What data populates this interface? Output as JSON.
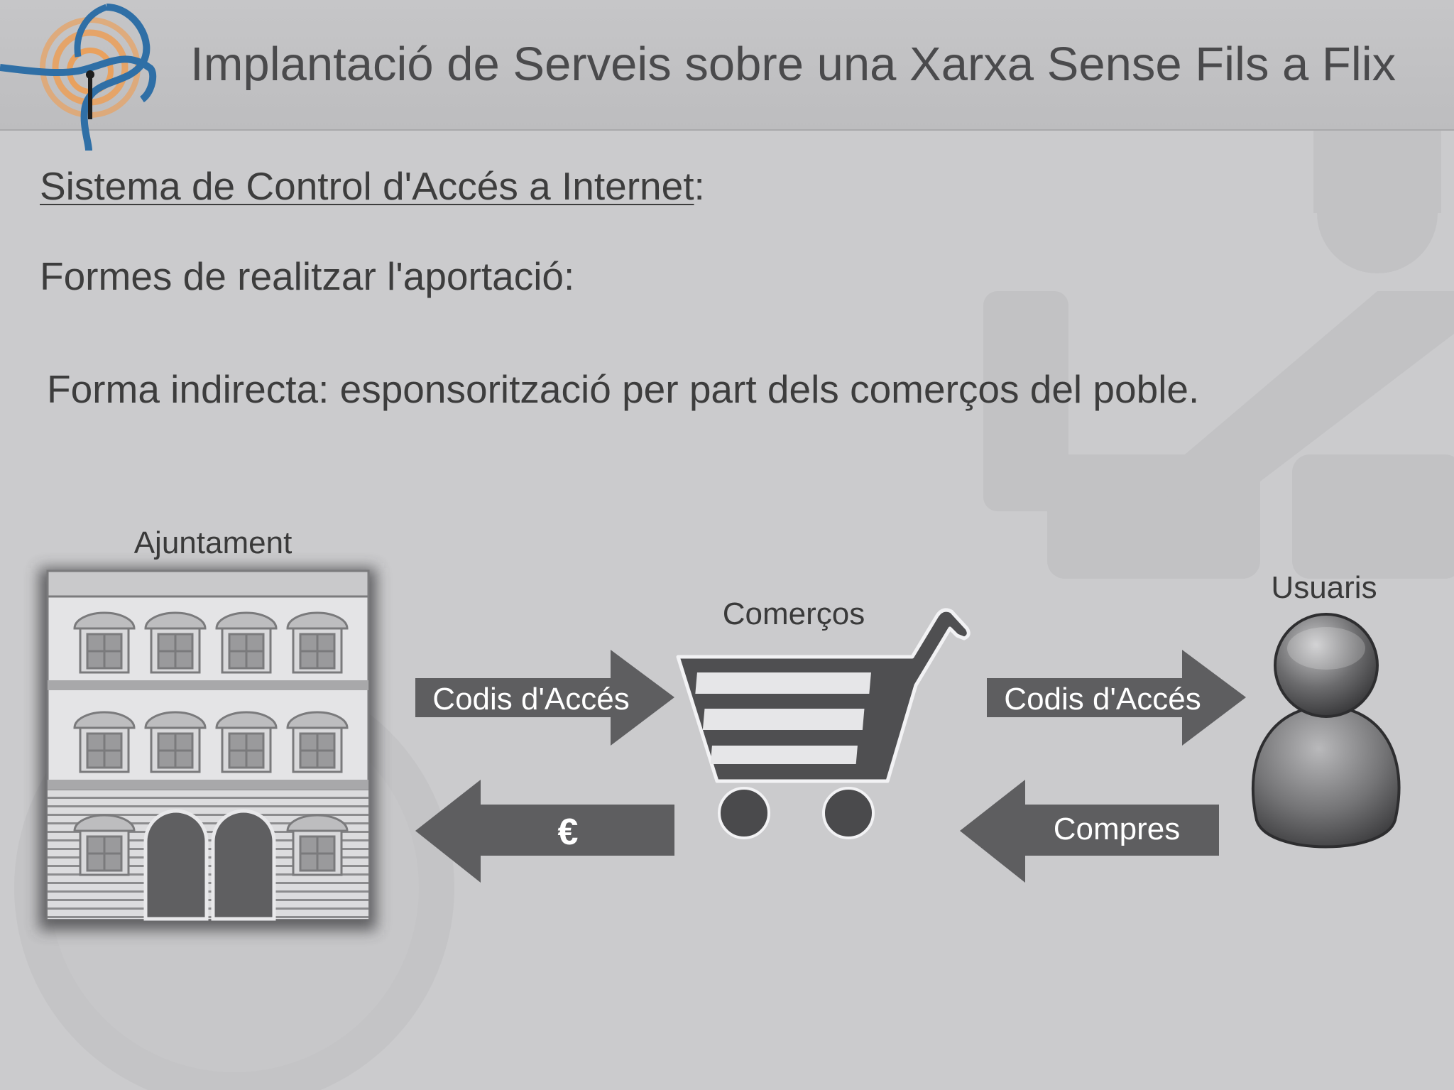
{
  "header": {
    "title": "Implantació de Serveis sobre una Xarxa Sense Fils a Flix"
  },
  "content": {
    "subtitle_underlined": "Sistema de Control d'Accés a Internet",
    "subtitle_suffix": ":",
    "line1": "Formes de realitzar l'aportació:",
    "line2": "Forma indirecta: esponsorització per part dels comerços del poble."
  },
  "diagram": {
    "nodes": {
      "town_hall": "Ajuntament",
      "shops": "Comerços",
      "users": "Usuaris"
    },
    "arrows": {
      "hall_to_shops": "Codis d'Accés",
      "shops_to_users": "Codis d'Accés",
      "shops_to_hall": "€",
      "users_to_shops": "Compres"
    }
  },
  "colors": {
    "background": "#cbcbcd",
    "header": "#c1c1c3",
    "arrow": "#5e5e60",
    "logo_blue": "#2f6fa6",
    "logo_orange": "#e9a15e"
  }
}
